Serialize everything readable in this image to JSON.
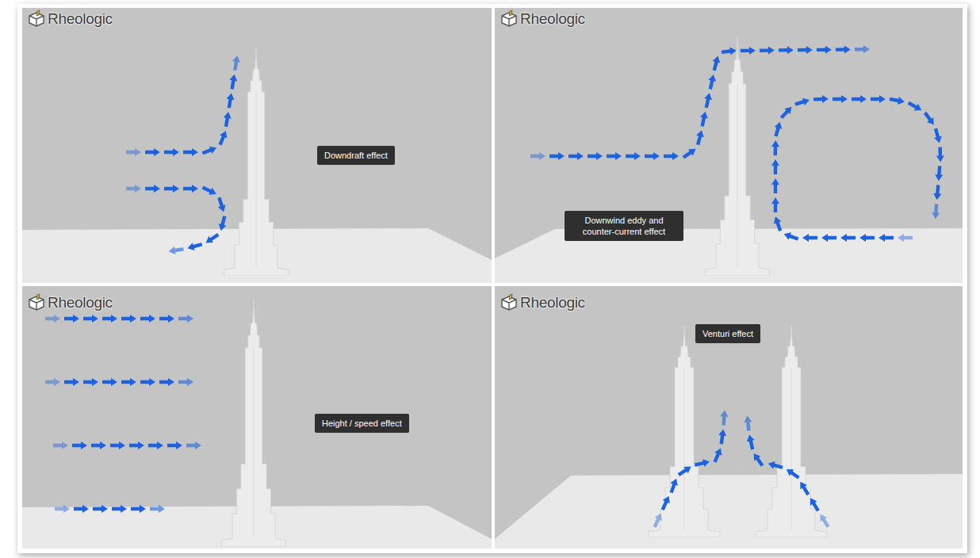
{
  "diagram": {
    "nodes": [
      {
        "text": [
          "Downdraft effect"
        ]
      },
      {
        "text": [
          "Downwind eddy and counter-current effect"
        ]
      },
      {
        "text": [
          "Height / speed effect"
        ]
      },
      {
        "text": [
          "Venturi effect"
        ]
      }
    ],
    "labels": [
      "Rheologic",
      "Rheologic",
      "Rheologic",
      "Rheologic"
    ]
  }
}
